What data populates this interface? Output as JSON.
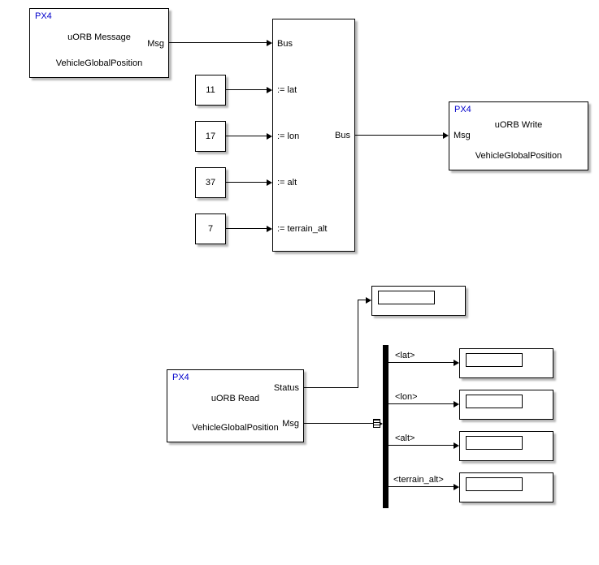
{
  "colors": {
    "background": "#ffffff",
    "block_border": "#000000",
    "px4_tag_blue": "#0000cc",
    "block_shadow": "#b8b8b8",
    "wire": "#000000"
  },
  "uorb_message_block": {
    "tag": "PX4",
    "title": "uORB Message",
    "subtitle": "VehicleGlobalPosition",
    "out_port": "Msg"
  },
  "bus_assignment_block": {
    "in_port": "Bus",
    "assign_ports": [
      ":= lat",
      ":= lon",
      ":= alt",
      ":= terrain_alt"
    ],
    "out_port": "Bus"
  },
  "constant_blocks": [
    "11",
    "17",
    "37",
    "7"
  ],
  "uorb_write_block": {
    "tag": "PX4",
    "title": "uORB Write",
    "subtitle": "VehicleGlobalPosition",
    "in_port": "Msg"
  },
  "uorb_read_block": {
    "tag": "PX4",
    "title": "uORB Read",
    "subtitle": "VehicleGlobalPosition",
    "status_port": "Status",
    "msg_port": "Msg"
  },
  "bus_selector": {
    "signal_labels": [
      "<lat>",
      "<lon>",
      "<alt>",
      "<terrain_alt>"
    ]
  },
  "displays": {
    "status_value": "",
    "lat_value": "",
    "lon_value": "",
    "alt_value": "",
    "terrain_alt_value": ""
  }
}
